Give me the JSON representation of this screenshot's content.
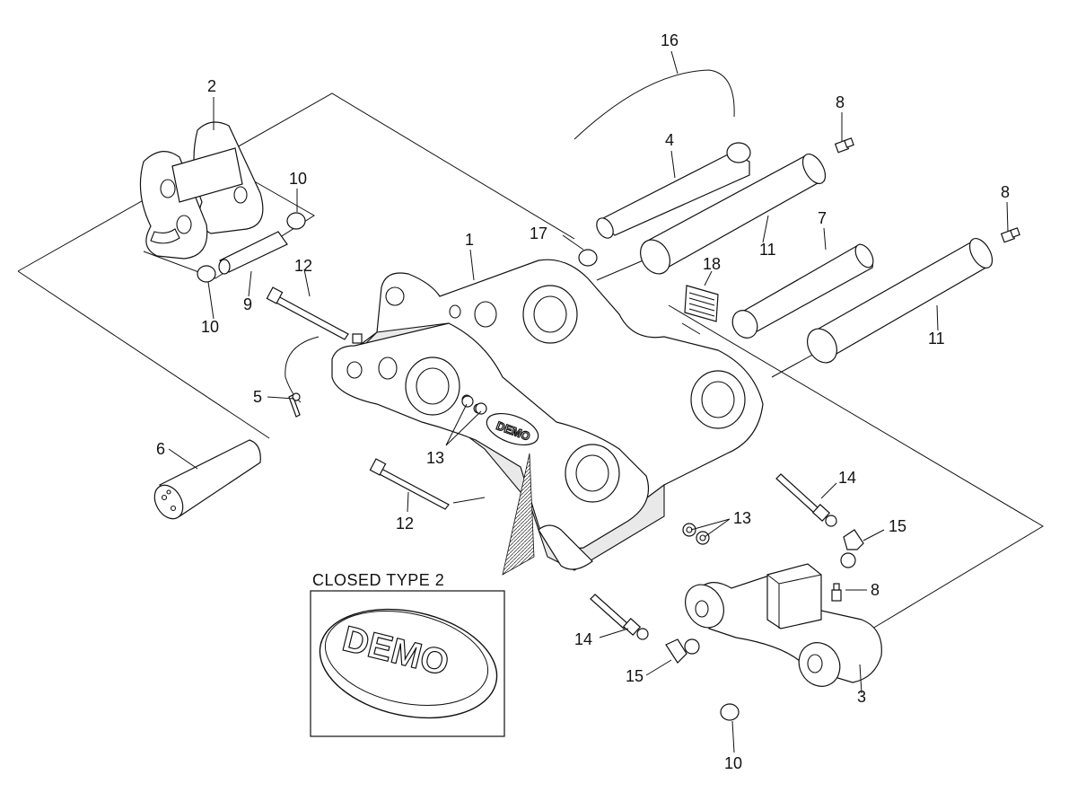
{
  "diagram": {
    "callouts": {
      "c1": "1",
      "c2": "2",
      "c3": "3",
      "c4": "4",
      "c5": "5",
      "c6": "6",
      "c7": "7",
      "c8a": "8",
      "c8b": "8",
      "c8c": "8",
      "c9": "9",
      "c10a": "10",
      "c10b": "10",
      "c10c": "10",
      "c11a": "11",
      "c11b": "11",
      "c12a": "12",
      "c12b": "12",
      "c13a": "13",
      "c13b": "13",
      "c14a": "14",
      "c14b": "14",
      "c15a": "15",
      "c15b": "15",
      "c16": "16",
      "c17": "17",
      "c18": "18"
    },
    "inset_title": "CLOSED TYPE 2",
    "logo_text": "DEMO",
    "colors": {
      "line": "#111111",
      "background": "#ffffff",
      "hatch": "#bdbdbd"
    }
  }
}
